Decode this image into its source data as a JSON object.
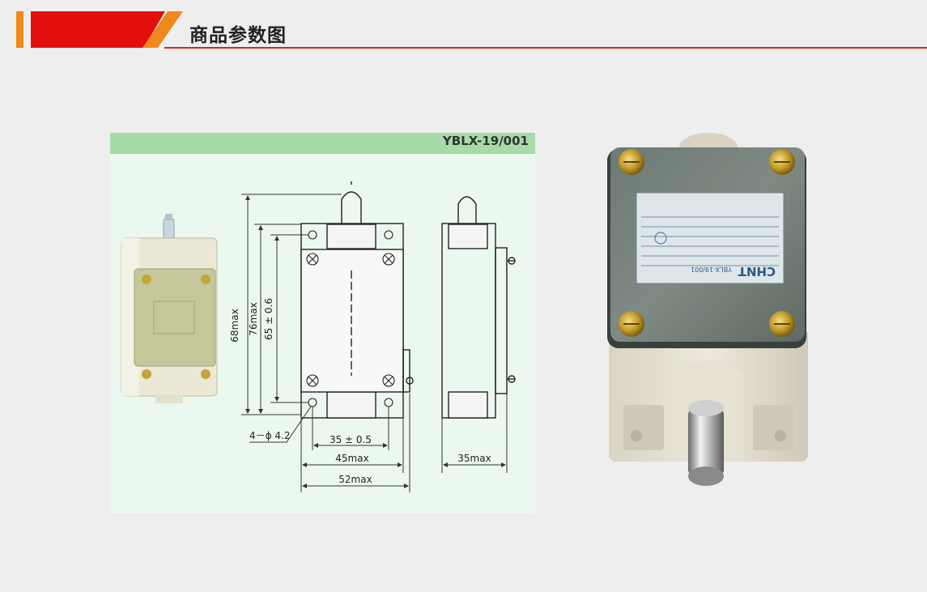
{
  "header": {
    "title": "商品参数图",
    "accent_red": "#e30e0e",
    "accent_orange": "#f0881a"
  },
  "diagram": {
    "model": "YBLX-19/001",
    "dimensions": {
      "height_overall": "68max",
      "height_body": "76max",
      "hole_spacing_vertical": "65 ± 0.6",
      "hole_spacing_horizontal": "35 ± 0.5",
      "width_inner": "45max",
      "width_outer": "52max",
      "depth": "35max",
      "mounting_holes": "4－ϕ 4.2"
    },
    "header_color": "#a6dba8",
    "background_color": "#ebf8ef"
  },
  "product_label": {
    "brand": "CHNT",
    "model": "YBLX-19/001"
  }
}
